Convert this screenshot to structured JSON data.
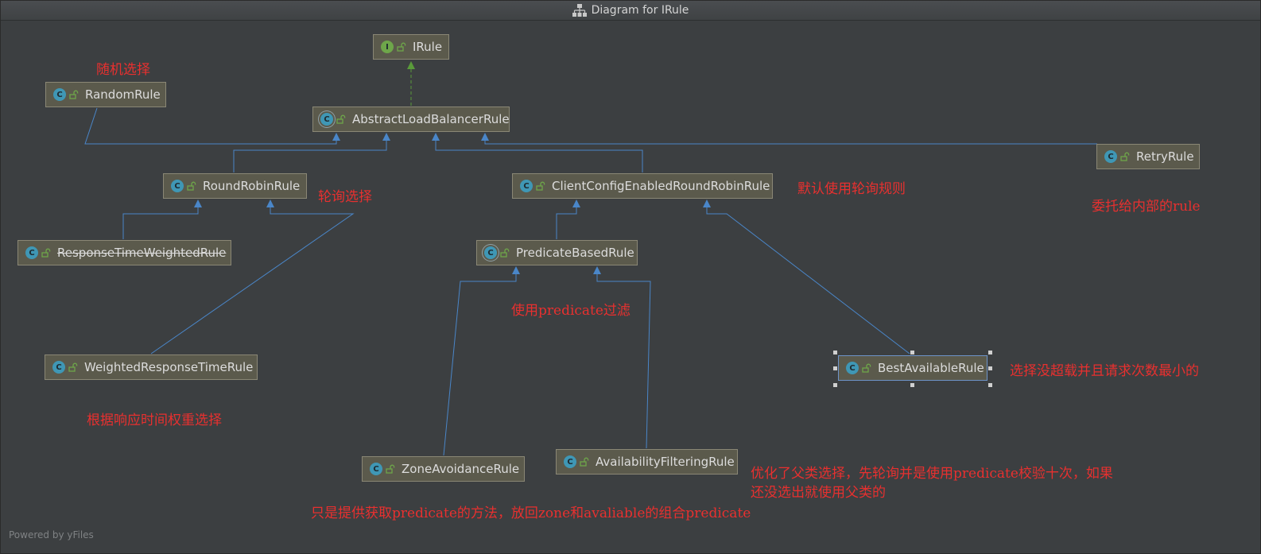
{
  "window": {
    "title": "Diagram for IRule",
    "title_icon": "hierarchy-icon"
  },
  "nodes": {
    "irule": {
      "label": "IRule",
      "kind": "interface"
    },
    "random": {
      "label": "RandomRule",
      "kind": "class"
    },
    "abstract_lb": {
      "label": "AbstractLoadBalancerRule",
      "kind": "abstract-class"
    },
    "retry": {
      "label": "RetryRule",
      "kind": "class"
    },
    "round_robin": {
      "label": "RoundRobinRule",
      "kind": "class"
    },
    "client_config": {
      "label": "ClientConfigEnabledRoundRobinRule",
      "kind": "class"
    },
    "response_time_weighted": {
      "label": "ResponseTimeWeightedRule",
      "kind": "class",
      "deprecated": true
    },
    "predicate_based": {
      "label": "PredicateBasedRule",
      "kind": "abstract-class"
    },
    "weighted_response_time": {
      "label": "WeightedResponseTimeRule",
      "kind": "class"
    },
    "best_available": {
      "label": "BestAvailableRule",
      "kind": "class",
      "selected": true
    },
    "zone_avoidance": {
      "label": "ZoneAvoidanceRule",
      "kind": "class"
    },
    "availability_filtering": {
      "label": "AvailabilityFilteringRule",
      "kind": "class"
    }
  },
  "notes": {
    "random": "随机选择",
    "round_robin": "轮询选择",
    "default": "默认使用轮询规则",
    "retry": "委托给内部的rule",
    "predicate": "使用predicate过滤",
    "best_available": "选择没超载并且请求次数最小的",
    "weighted": "根据响应时间权重选择",
    "availability_line1": "优化了父类选择，先轮询并是使用predicate校验十次，如果",
    "availability_line2": "还没选出就使用父类的",
    "zone": "只是提供获取predicate的方法，放回zone和avaliable的组合predicate"
  },
  "footer": {
    "powered_by": "Powered by yFiles"
  },
  "colors": {
    "background": "#3c3f41",
    "node_fill": "#5b5a4c",
    "node_border": "#8a8775",
    "edge_extends": "#4a86c8",
    "edge_implements": "#5a9a3a",
    "note_text": "#e8302f",
    "class_badge": "#3f97b5",
    "interface_badge": "#6ea64a"
  }
}
